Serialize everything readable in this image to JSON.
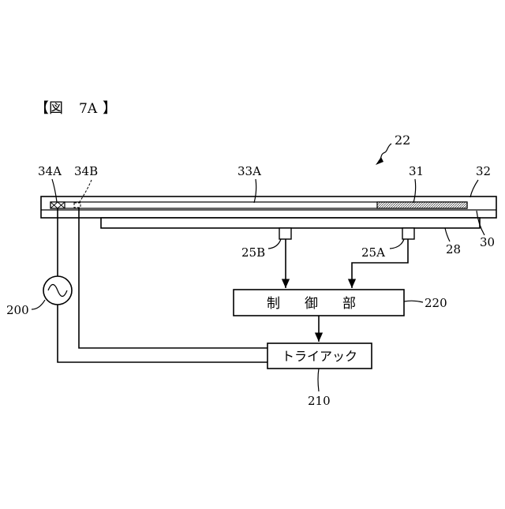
{
  "figure": {
    "title_open": "【図",
    "title_number": "7A",
    "title_close": "】"
  },
  "labels": {
    "assembly": "22",
    "label_34a": "34A",
    "label_34b": "34B",
    "label_33a": "33A",
    "label_31": "31",
    "label_32": "32",
    "label_30": "30",
    "label_28": "28",
    "label_25b": "25B",
    "label_25a": "25A",
    "label_200": "200",
    "label_220": "220",
    "label_210": "210"
  },
  "blocks": {
    "controller": [
      "制",
      "御",
      "部"
    ],
    "triac": "トライアック"
  }
}
